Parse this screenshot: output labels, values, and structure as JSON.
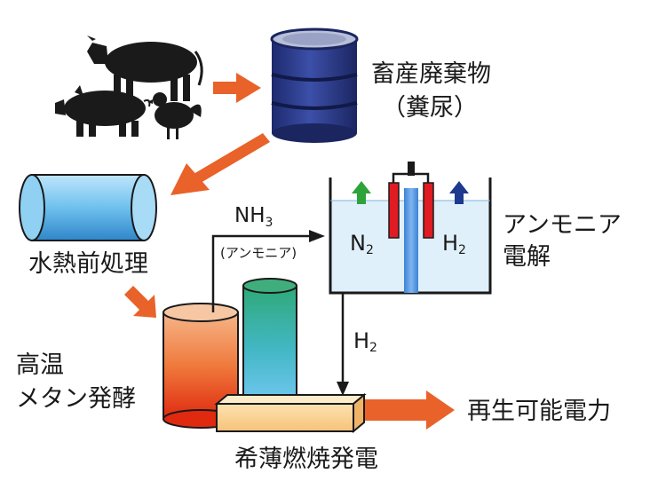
{
  "labels": {
    "livestock_waste": "畜産廃棄物",
    "manure": "（糞尿）",
    "hydrothermal_pretreatment": "水熱前処理",
    "nh3_main": "NH",
    "nh3_sub": "3",
    "ammonia": "(アンモニア)",
    "n2_main": "N",
    "n2_sub": "2",
    "h2_main": "H",
    "h2_sub": "2",
    "ammonia_electrolysis_1": "アンモニア",
    "ammonia_electrolysis_2": "電解",
    "h2_flow_main": "H",
    "h2_flow_sub": "2",
    "thermophilic_1": "高温",
    "thermophilic_2": "メタン発酵",
    "lean_combustion": "希薄燃焼発電",
    "renewable_power": "再生可能電力"
  },
  "icons": [
    "cow-icon",
    "pig-icon",
    "chicken-icon",
    "waste-drum-icon",
    "pretreatment-tank-icon",
    "fermenter-tank-icon",
    "gas-tank-icon",
    "burner-box-icon",
    "n2-up-arrow-icon",
    "h2-up-arrow-icon"
  ],
  "colors": {
    "process_arrow": "#e8622a",
    "electrode": "#e11b22",
    "n2_arrow": "#2ea33a",
    "h2_arrow": "#1d3a8f"
  }
}
